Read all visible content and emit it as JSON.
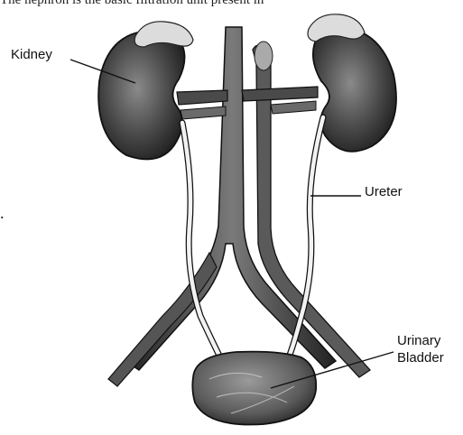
{
  "header_snippet": "The nephron is the basic filtration unit present in",
  "stray_mark": ".",
  "labels": {
    "kidney": "Kidney",
    "ureter": "Ureter",
    "bladder_line1": "Urinary",
    "bladder_line2": "Bladder"
  },
  "colors": {
    "organ_dark": "#3a3a3a",
    "organ_mid": "#6e6e6e",
    "vessel": "#4a4a4a",
    "ureter_tube": "#f2f2f2",
    "outline": "#111111"
  }
}
